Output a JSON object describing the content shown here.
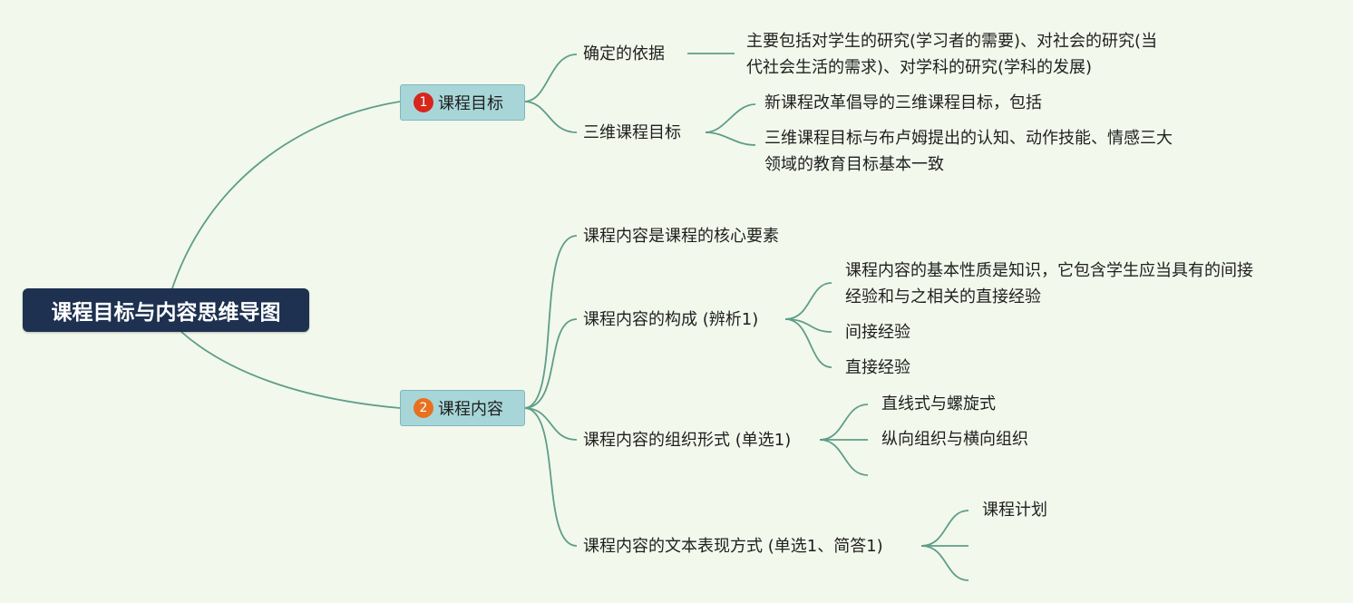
{
  "central": "课程目标与内容思维导图",
  "topic1": {
    "badge": "1",
    "label": "课程目标",
    "branches": {
      "basis": {
        "label": "确定的依据",
        "detail_line1": "主要包括对学生的研究(学习者的需要)、对社会的研究(当",
        "detail_line2": "代社会生活的需求)、对学科的研究(学科的发展)"
      },
      "three_dim": {
        "label": "三维课程目标",
        "item1": "新课程改革倡导的三维课程目标，包括",
        "item2_line1": "三维课程目标与布卢姆提出的认知、动作技能、情感三大",
        "item2_line2": "领域的教育目标基本一致"
      }
    }
  },
  "topic2": {
    "badge": "2",
    "label": "课程内容",
    "branches": {
      "core": {
        "label": "课程内容是课程的核心要素"
      },
      "composition": {
        "label": "课程内容的构成 (辨析1)",
        "item1_line1": "课程内容的基本性质是知识，它包含学生应当具有的间接",
        "item1_line2": "经验和与之相关的直接经验",
        "item2": "间接经验",
        "item3": "直接经验"
      },
      "organization": {
        "label": "课程内容的组织形式 (单选1)",
        "item1": "直线式与螺旋式",
        "item2": "纵向组织与横向组织",
        "item3": ""
      },
      "text_form": {
        "label": "课程内容的文本表现方式 (单选1、简答1)",
        "item1": "课程计划",
        "item2": "",
        "item3": ""
      }
    }
  },
  "colors": {
    "background": "#f3f8ec",
    "central_fill": "#1e3150",
    "topic_fill": "#a8d6d8",
    "connector": "#5e9e89",
    "badge1": "#d8261c",
    "badge2": "#e8701e"
  }
}
